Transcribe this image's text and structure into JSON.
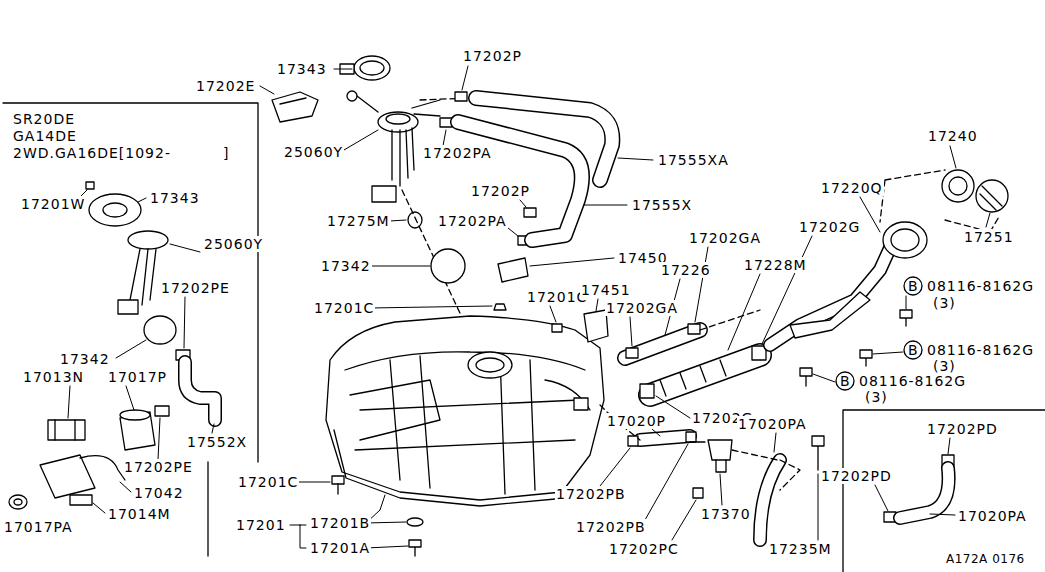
{
  "diagram": {
    "labels": [
      "17343",
      "17202P",
      "17202E",
      "25060Y",
      "17202PA",
      "17555XA",
      "SR20DE",
      "GA14DE",
      "2WD.GA16DE[1092-",
      "]",
      "17201W",
      "17343",
      "17202P",
      "17555X",
      "17240",
      "17220Q",
      "17275M",
      "17202PA",
      "17202GA",
      "17202G",
      "25060Y",
      "17251",
      "17450",
      "17226",
      "17228M",
      "17342",
      "B",
      "08116-8162G",
      "(3)",
      "17202PE",
      "17201C",
      "17201C",
      "17451",
      "17202GA",
      "B",
      "08116-8162G",
      "(3)",
      "17342",
      "17013N",
      "17017P",
      "B",
      "08116-8162G",
      "(3)",
      "17552X",
      "17202G",
      "17202PD",
      "17020P",
      "17020PA",
      "17202PE",
      "17042",
      "17202PB",
      "17202PD",
      "17020PA",
      "17201C",
      "17370",
      "17014M",
      "17201",
      "17201B",
      "17202PB",
      "17017PA",
      "17201A",
      "17202PC",
      "17235M",
      "A172A 0176"
    ]
  }
}
